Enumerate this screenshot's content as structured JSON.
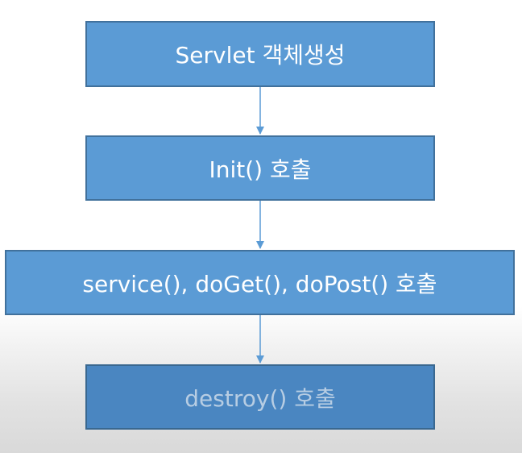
{
  "steps": [
    {
      "label": "Servlet 객체생성"
    },
    {
      "label": "Init() 호출"
    },
    {
      "label": "service(), doGet(), doPost() 호출"
    },
    {
      "label": "destroy() 호출"
    }
  ],
  "colors": {
    "box_fill": "#5b9bd5",
    "box_border": "#41719c",
    "box_fill_last": "#4a86c1",
    "connector": "#5b9bd5",
    "text": "#ffffff"
  }
}
